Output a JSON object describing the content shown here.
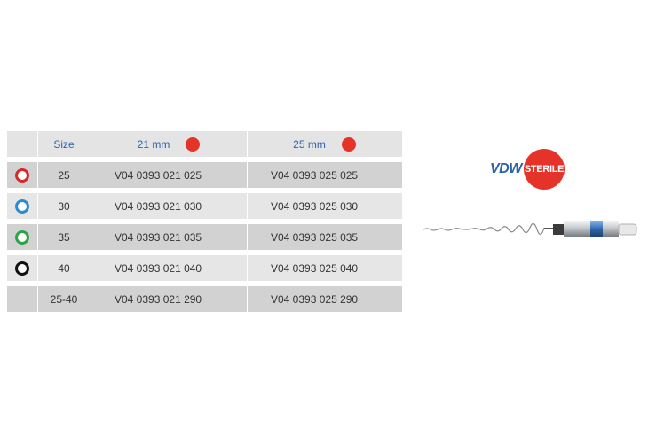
{
  "header": {
    "size_label": "Size",
    "length_21": "21 mm",
    "length_25": "25 mm"
  },
  "rows": [
    {
      "ring_color": "#d42a2a",
      "size": "25",
      "code_21": "V04 0393 021 025",
      "code_25": "V04 0393 025 025"
    },
    {
      "ring_color": "#2a8bd4",
      "size": "30",
      "code_21": "V04 0393 021 030",
      "code_25": "V04 0393 025 030"
    },
    {
      "ring_color": "#2aa34a",
      "size": "35",
      "code_21": "V04 0393 021 035",
      "code_25": "V04 0393 025 035"
    },
    {
      "ring_color": "#111111",
      "size": "40",
      "code_21": "V04 0393 021 040",
      "code_25": "V04 0393 025 040"
    },
    {
      "ring_color": "",
      "size": "25-40",
      "code_21": "V04 0393 021 290",
      "code_25": "V04 0393 025 290"
    }
  ],
  "logo": {
    "brand": "VDW",
    "badge": "STERILE",
    "brand_color": "#2d63a8",
    "badge_color": "#e63329"
  },
  "colors": {
    "header_text": "#2d63a8",
    "dot_red": "#e63329"
  }
}
